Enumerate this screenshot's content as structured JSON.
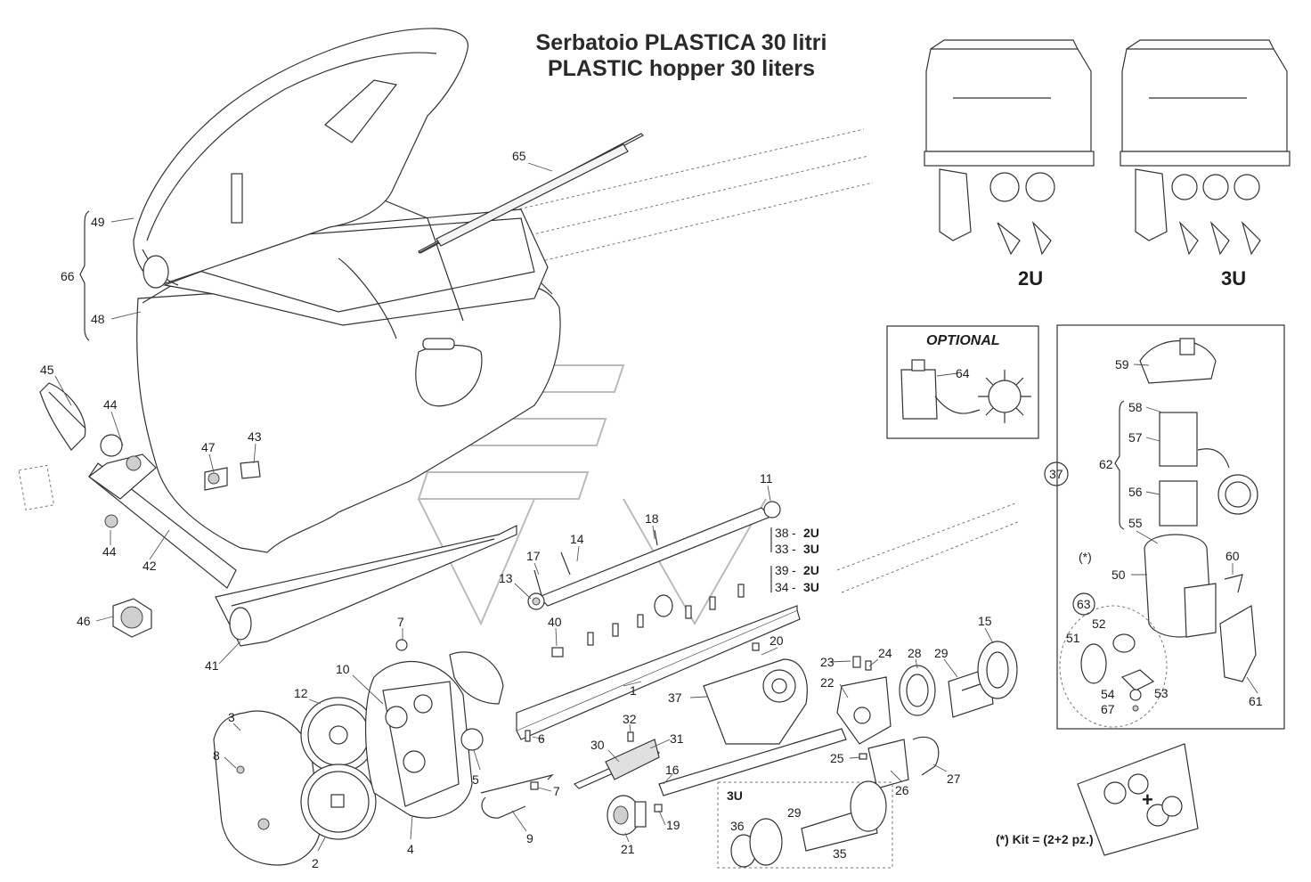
{
  "title": {
    "line1": "Serbatoio PLASTICA 30 litri",
    "line2": "PLASTIC hopper 30 liters"
  },
  "variants": {
    "two_unit": "2U",
    "three_unit": "3U"
  },
  "optional_box": {
    "label": "OPTIONAL",
    "part": "64"
  },
  "kit_note": "(*) Kit = (2+2 pz.)",
  "kit_marker": "(*)",
  "kit_plus": "+",
  "box_3u_label": "3U",
  "callouts": {
    "p1": "1",
    "p2": "2",
    "p3": "3",
    "p4": "4",
    "p5": "5",
    "p6": "6",
    "p7a": "7",
    "p7b": "7",
    "p8": "8",
    "p9": "9",
    "p10": "10",
    "p11": "11",
    "p12": "12",
    "p13": "13",
    "p14": "14",
    "p15": "15",
    "p16": "16",
    "p17": "17",
    "p18": "18",
    "p19": "19",
    "p20": "20",
    "p21": "21",
    "p22": "22",
    "p23": "23",
    "p24": "24",
    "p25": "25",
    "p26": "26",
    "p27": "27",
    "p28": "28",
    "p29a": "29",
    "p29b": "29",
    "p30": "30",
    "p31": "31",
    "p32": "32",
    "p35": "35",
    "p36": "36",
    "p37a": "37",
    "p37b": "37",
    "p40": "40",
    "p41": "41",
    "p42": "42",
    "p43": "43",
    "p44a": "44",
    "p44b": "44",
    "p45": "45",
    "p46": "46",
    "p47": "47",
    "p48": "48",
    "p49": "49",
    "p50": "50",
    "p51": "51",
    "p52": "52",
    "p53": "53",
    "p54": "54",
    "p55": "55",
    "p56": "56",
    "p57": "57",
    "p58": "58",
    "p59": "59",
    "p60": "60",
    "p61": "61",
    "p62": "62",
    "p63": "63",
    "p65": "65",
    "p66": "66",
    "p67": "67"
  },
  "shaft_pairs": {
    "upper": {
      "a": "38",
      "a_variant": "2U",
      "b": "33",
      "b_variant": "3U"
    },
    "lower": {
      "a": "39",
      "a_variant": "2U",
      "b": "34",
      "b_variant": "3U"
    }
  }
}
